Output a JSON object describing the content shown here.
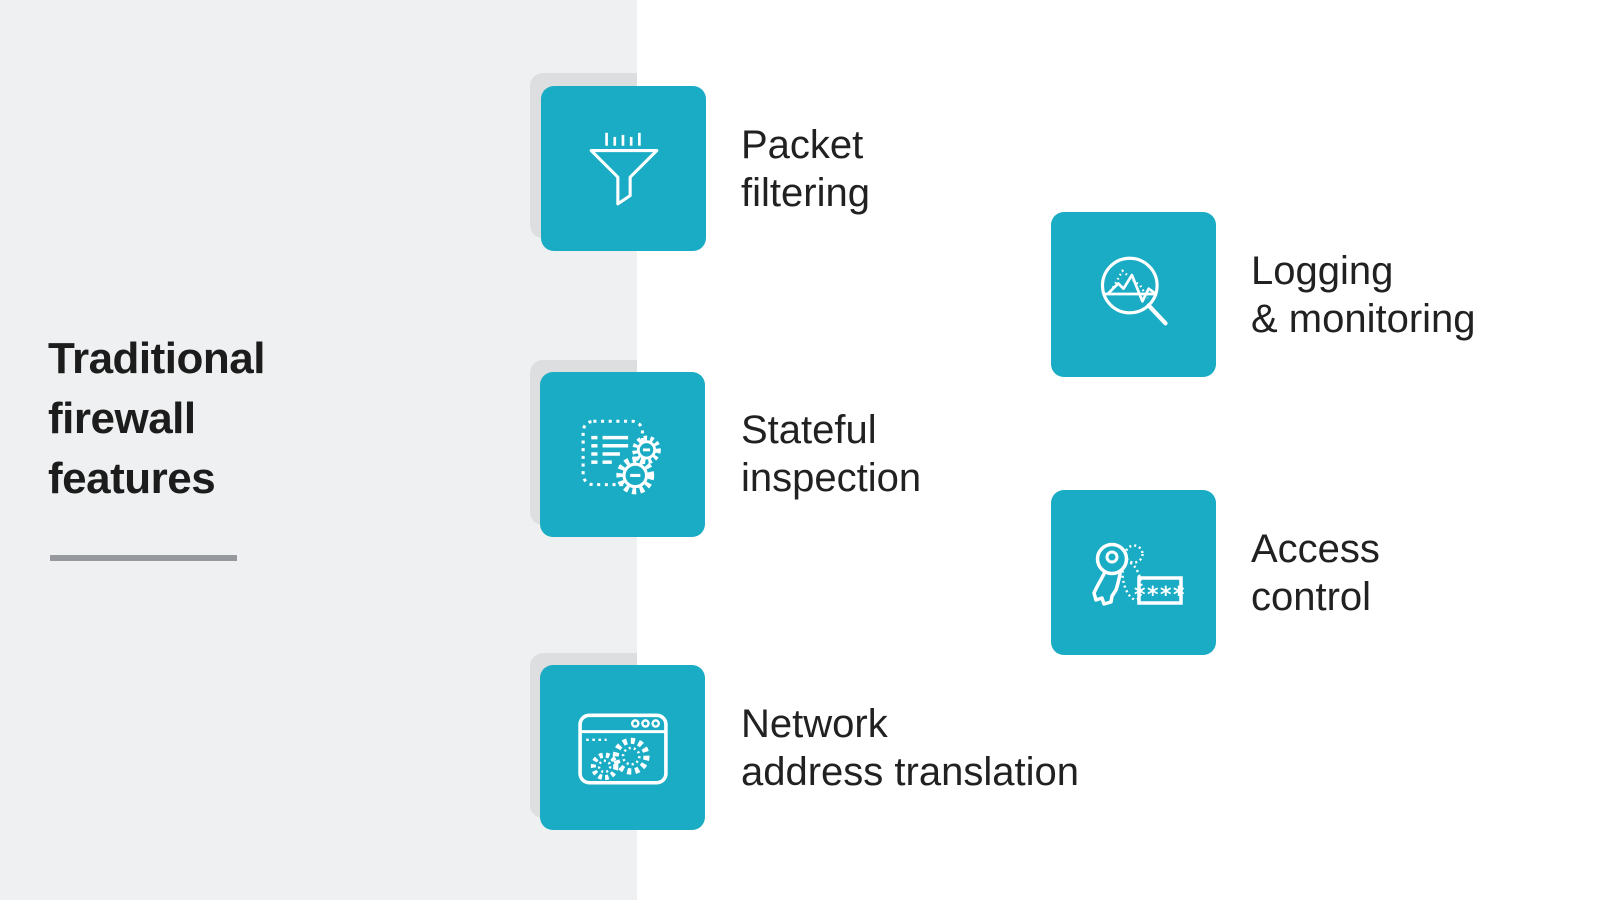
{
  "title": {
    "lines": [
      "Traditional",
      "firewall",
      "features"
    ]
  },
  "features": [
    {
      "id": "packet-filtering",
      "icon": "funnel-icon",
      "lines": [
        "Packet",
        "filtering"
      ]
    },
    {
      "id": "stateful-inspection",
      "icon": "document-gears-icon",
      "lines": [
        "Stateful",
        "inspection"
      ]
    },
    {
      "id": "network-address-translation",
      "icon": "browser-gears-icon",
      "lines": [
        "Network",
        "address translation"
      ]
    },
    {
      "id": "logging-monitoring",
      "icon": "magnifier-chart-icon",
      "lines": [
        "Logging",
        "& monitoring"
      ]
    },
    {
      "id": "access-control",
      "icon": "key-password-icon",
      "lines": [
        "Access",
        "control"
      ],
      "password_mask": "****"
    }
  ],
  "colors": {
    "accent": "#1aacc4",
    "panel": "#eef0f1",
    "shadow": "#dcdedf",
    "underline": "#95989c",
    "text": "#212121",
    "icon": "#ffffff",
    "background": "#ffffff"
  }
}
